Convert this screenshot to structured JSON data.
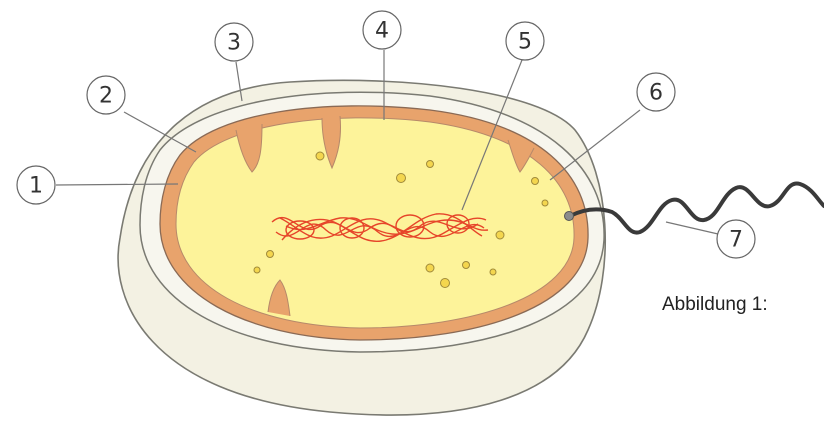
{
  "figure": {
    "caption": "Abbildung 1:",
    "labels": [
      "1",
      "2",
      "3",
      "4",
      "5",
      "6",
      "7"
    ]
  },
  "colors": {
    "outer_shell": "#f3f1e3",
    "capsule_ring": "#f5f4ea",
    "cell_wall": "#e8a36c",
    "cytoplasm": "#fdf39a",
    "granules": "#f4d64e",
    "dna": "#e6452a",
    "flagellum": "#3a3a3a",
    "outline": "#7a7a72"
  }
}
